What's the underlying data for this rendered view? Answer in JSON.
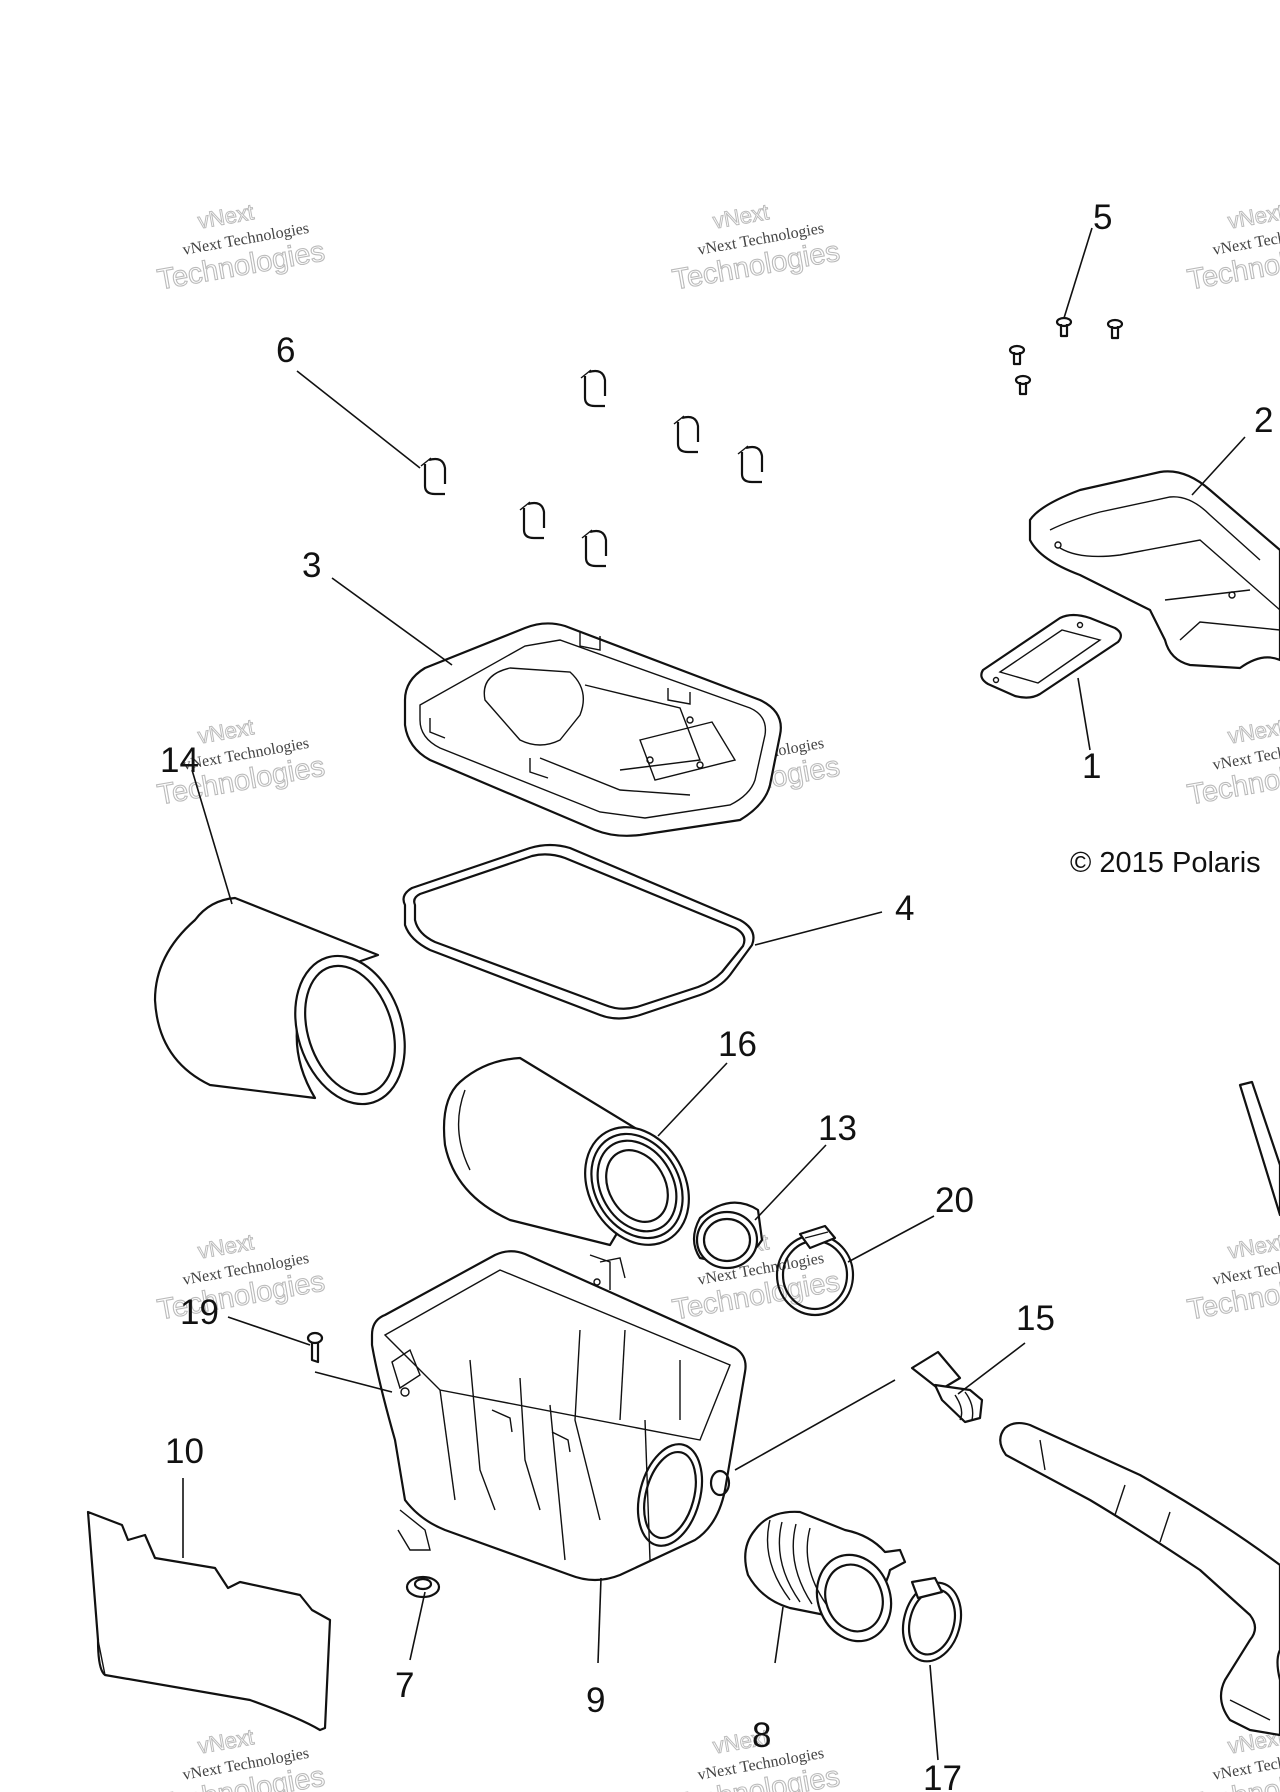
{
  "copyright": "© 2015 Polaris",
  "watermark": {
    "line1": "vNext Technologies",
    "line2": "Technologies",
    "line0": "vNext"
  },
  "callouts": [
    {
      "id": "1",
      "label": "1"
    },
    {
      "id": "2",
      "label": "2"
    },
    {
      "id": "3",
      "label": "3"
    },
    {
      "id": "4",
      "label": "4"
    },
    {
      "id": "5",
      "label": "5"
    },
    {
      "id": "6",
      "label": "6"
    },
    {
      "id": "7",
      "label": "7"
    },
    {
      "id": "8",
      "label": "8"
    },
    {
      "id": "9",
      "label": "9"
    },
    {
      "id": "10",
      "label": "10"
    },
    {
      "id": "13",
      "label": "13"
    },
    {
      "id": "14",
      "label": "14"
    },
    {
      "id": "15",
      "label": "15"
    },
    {
      "id": "16",
      "label": "16"
    },
    {
      "id": "17",
      "label": "17"
    },
    {
      "id": "19",
      "label": "19"
    },
    {
      "id": "20",
      "label": "20"
    }
  ]
}
